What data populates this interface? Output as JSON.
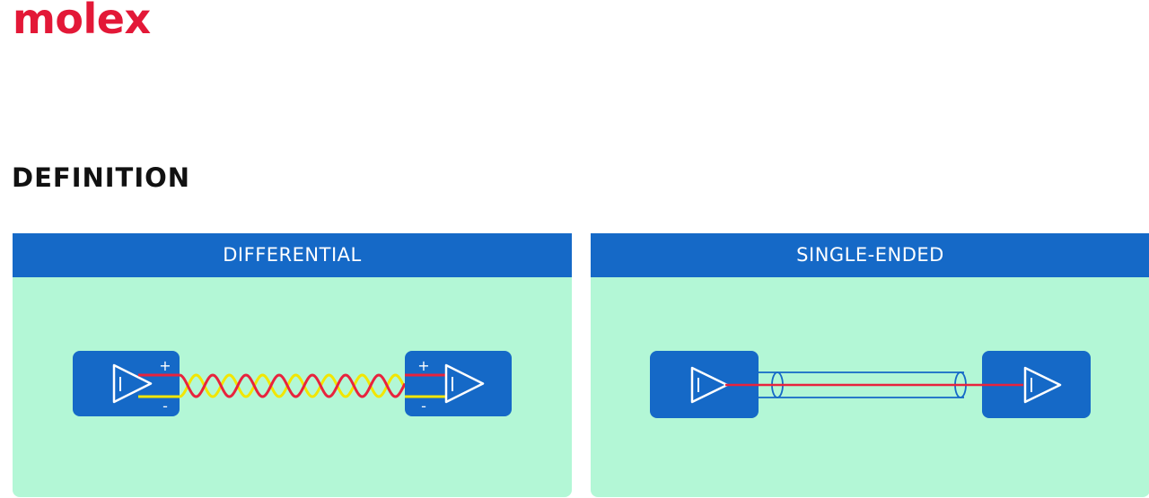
{
  "brand": {
    "logo_text": "molex",
    "color": "#e31837"
  },
  "section": {
    "title": "DEFINITION"
  },
  "panels": [
    {
      "title": "DIFFERENTIAL",
      "signal_labels": {
        "positive": "+",
        "negative": "-"
      },
      "wire_colors": {
        "positive": "#e8233d",
        "negative": "#f2e600"
      },
      "icons": [
        "transmitter-amplifier-icon",
        "receiver-amplifier-icon"
      ]
    },
    {
      "title": "SINGLE-ENDED",
      "wire_colors": {
        "signal": "#e8233d",
        "shield": "#1569c7"
      },
      "icons": [
        "transmitter-amplifier-icon",
        "coax-cable-icon",
        "receiver-amplifier-icon"
      ]
    }
  ],
  "colors": {
    "header_blue": "#1569c7",
    "panel_mint": "#b3f7d6"
  }
}
